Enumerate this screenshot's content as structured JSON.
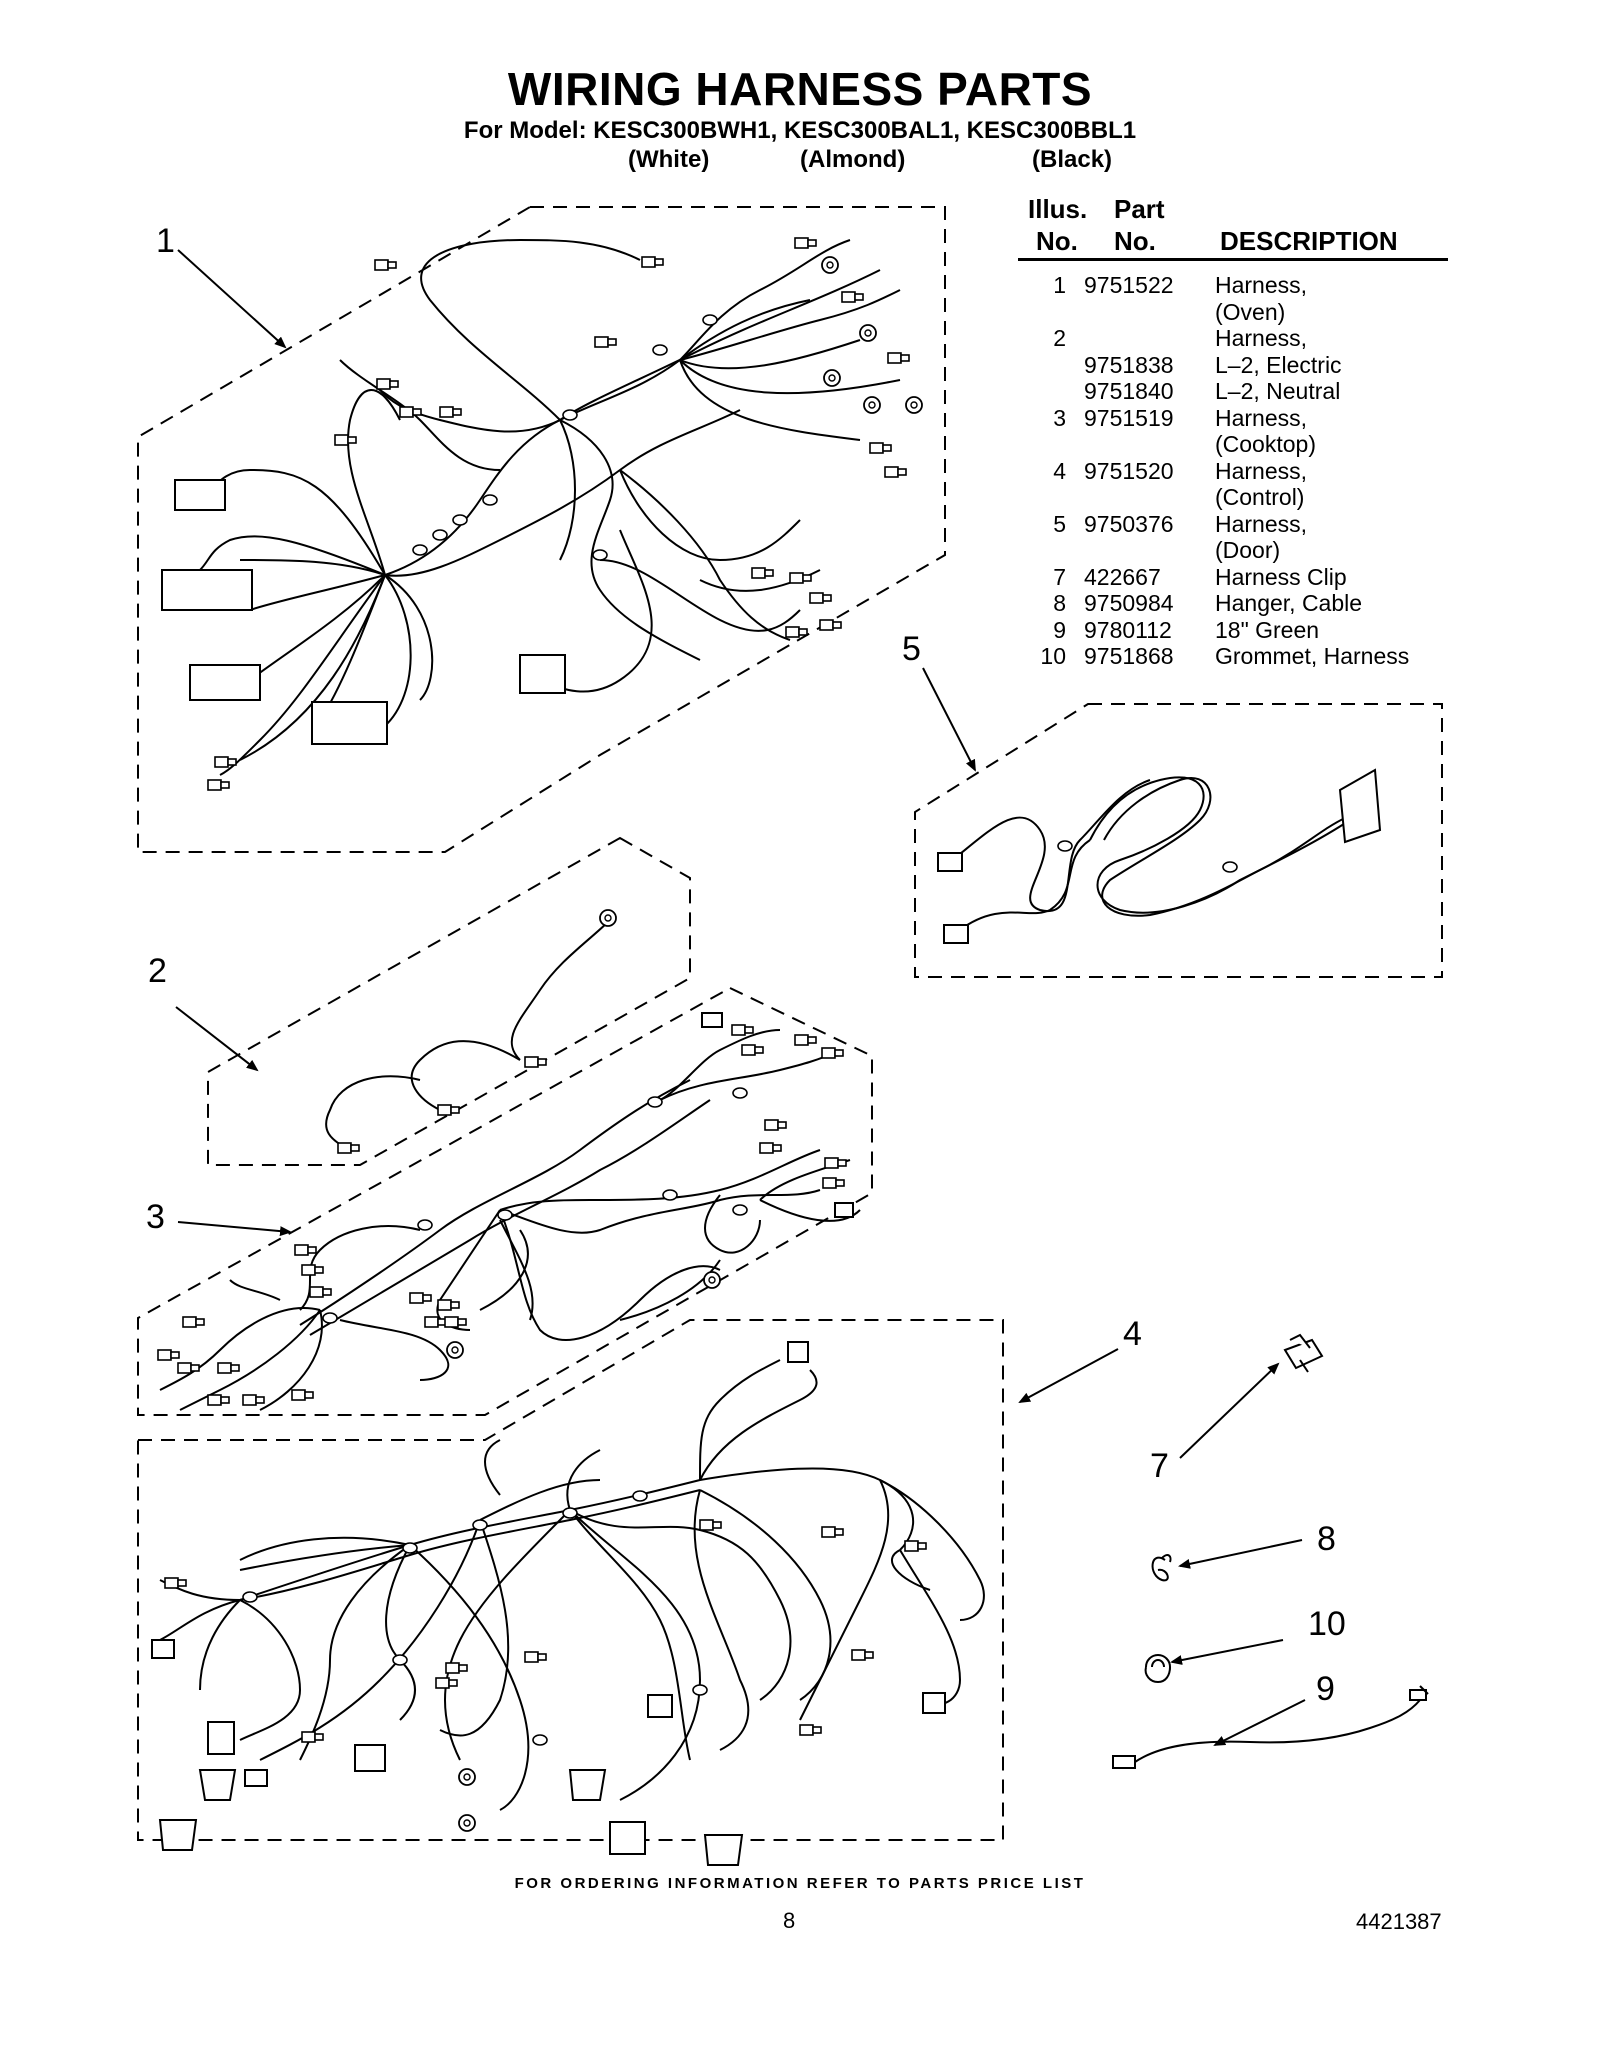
{
  "header": {
    "title": "WIRING HARNESS PARTS",
    "subtitle": "For Model: KESC300BWH1, KESC300BAL1, KESC300BBL1",
    "variants": [
      "(White)",
      "(Almond)",
      "(Black)"
    ]
  },
  "parts_table": {
    "headers": {
      "illus_line1": "Illus.",
      "illus_line2": "No.",
      "part_line1": "Part",
      "part_line2": "No.",
      "description": "DESCRIPTION"
    },
    "rows": [
      {
        "illus": "1",
        "part": "9751522",
        "description": "Harness,"
      },
      {
        "illus": "",
        "part": "",
        "description": "(Oven)"
      },
      {
        "illus": "2",
        "part": "",
        "description": "Harness,"
      },
      {
        "illus": "",
        "part": "9751838",
        "description": "L–2, Electric"
      },
      {
        "illus": "",
        "part": "9751840",
        "description": "L–2, Neutral"
      },
      {
        "illus": "3",
        "part": "9751519",
        "description": "Harness,"
      },
      {
        "illus": "",
        "part": "",
        "description": "(Cooktop)"
      },
      {
        "illus": "4",
        "part": "9751520",
        "description": "Harness,"
      },
      {
        "illus": "",
        "part": "",
        "description": "(Control)"
      },
      {
        "illus": "5",
        "part": "9750376",
        "description": "Harness,"
      },
      {
        "illus": "",
        "part": "",
        "description": "(Door)"
      },
      {
        "illus": "7",
        "part": "422667",
        "description": "Harness Clip"
      },
      {
        "illus": "8",
        "part": "9750984",
        "description": "Hanger, Cable"
      },
      {
        "illus": "9",
        "part": "9780112",
        "description": "18\" Green"
      },
      {
        "illus": "10",
        "part": "9751868",
        "description": "Grommet, Harness"
      }
    ]
  },
  "callouts": {
    "c1": "1",
    "c2": "2",
    "c3": "3",
    "c4": "4",
    "c5": "5",
    "c7": "7",
    "c8": "8",
    "c9": "9",
    "c10": "10"
  },
  "footer": {
    "ordering_note": "FOR ORDERING INFORMATION REFER TO PARTS PRICE LIST",
    "page_number": "8",
    "document_number": "4421387"
  }
}
